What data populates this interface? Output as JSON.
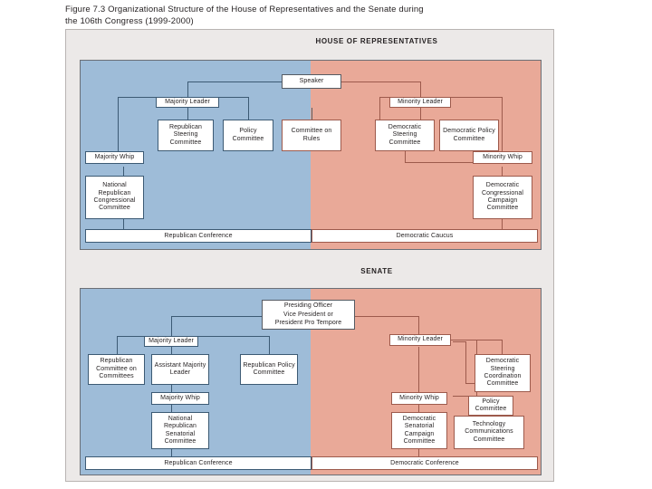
{
  "figure": {
    "caption": "Figure 7.3  Organizational Structure of the House of Representatives and the Senate during the 106th Congress (1999-2000)"
  },
  "colors": {
    "republican_panel": "#9ebcd8",
    "democratic_panel": "#e9a998",
    "republican_line": "#3c5a74",
    "democratic_line": "#9d5a4c",
    "frame_background": "#ece9e8",
    "box_fill": "#ffffff",
    "text": "#231f20"
  },
  "sections": [
    {
      "id": "house",
      "title": "HOUSE OF REPRESENTATIVES",
      "top_box": "Speaker",
      "republican": {
        "leader": "Majority Leader",
        "whip": "Majority Whip",
        "boxes": [
          "Republican Steering Committee",
          "Policy Committee",
          "Committee on Rules",
          "National Republican Congressional Committee"
        ],
        "conference": "Republican Conference"
      },
      "democratic": {
        "leader": "Minority Leader",
        "whip": "Minority Whip",
        "boxes": [
          "Democratic Steering Committee",
          "Democratic Policy Committee",
          "Democratic Congressional Campaign Committee"
        ],
        "conference": "Democratic Caucus"
      }
    },
    {
      "id": "senate",
      "title": "SENATE",
      "top_box": "Presiding Officer Vice President or President Pro Tempore",
      "top_box_lines": [
        "Presiding Officer",
        "Vice President or",
        "President Pro Tempore"
      ],
      "republican": {
        "leader": "Majority Leader",
        "whip": "Majority Whip",
        "boxes": [
          "Republican Committee on Committees",
          "Assistant Majority Leader",
          "Republican Policy Committee",
          "National Republican Senatorial Committee"
        ],
        "conference": "Republican Conference"
      },
      "democratic": {
        "leader": "Minority Leader",
        "whip": "Minority Whip",
        "boxes": [
          "Democratic Steering Coordination Committee",
          "Policy Committee",
          "Technology Communications Committee",
          "Democratic Senatorial Campaign Committee"
        ],
        "conference": "Democratic Conference"
      }
    }
  ]
}
